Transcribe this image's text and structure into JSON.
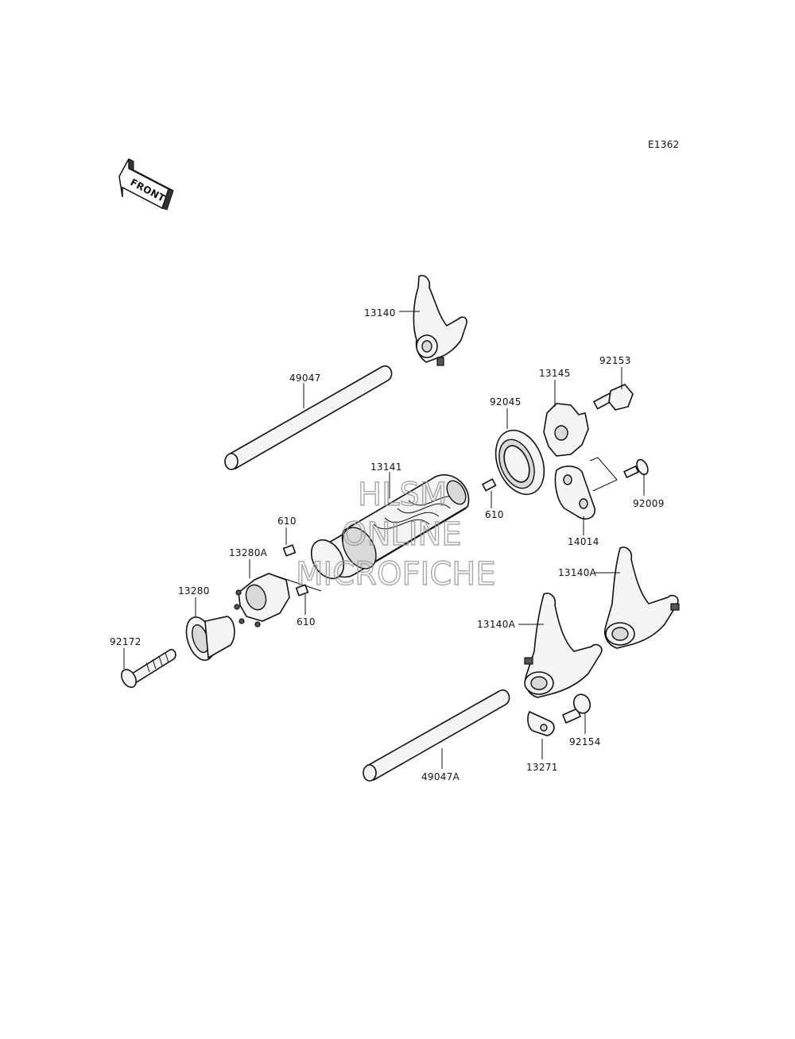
{
  "diagram": {
    "code": "E1362",
    "front_label": "FRONT",
    "watermark": [
      "HLSM",
      "ONLINE",
      "MICROFICHE"
    ],
    "callouts": [
      {
        "id": "c13140",
        "text": "13140"
      },
      {
        "id": "c49047",
        "text": "49047"
      },
      {
        "id": "c92153",
        "text": "92153"
      },
      {
        "id": "c13145",
        "text": "13145"
      },
      {
        "id": "c92045",
        "text": "92045"
      },
      {
        "id": "c13141",
        "text": "13141"
      },
      {
        "id": "c610a",
        "text": "610"
      },
      {
        "id": "c92009",
        "text": "92009"
      },
      {
        "id": "c14014",
        "text": "14014"
      },
      {
        "id": "c610b",
        "text": "610"
      },
      {
        "id": "c13280A",
        "text": "13280A"
      },
      {
        "id": "c13140A1",
        "text": "13140A"
      },
      {
        "id": "c13280",
        "text": "13280"
      },
      {
        "id": "c610c",
        "text": "610"
      },
      {
        "id": "c13140A2",
        "text": "13140A"
      },
      {
        "id": "c92172",
        "text": "92172"
      },
      {
        "id": "c92154",
        "text": "92154"
      },
      {
        "id": "c13271",
        "text": "13271"
      },
      {
        "id": "c49047A",
        "text": "49047A"
      }
    ]
  }
}
